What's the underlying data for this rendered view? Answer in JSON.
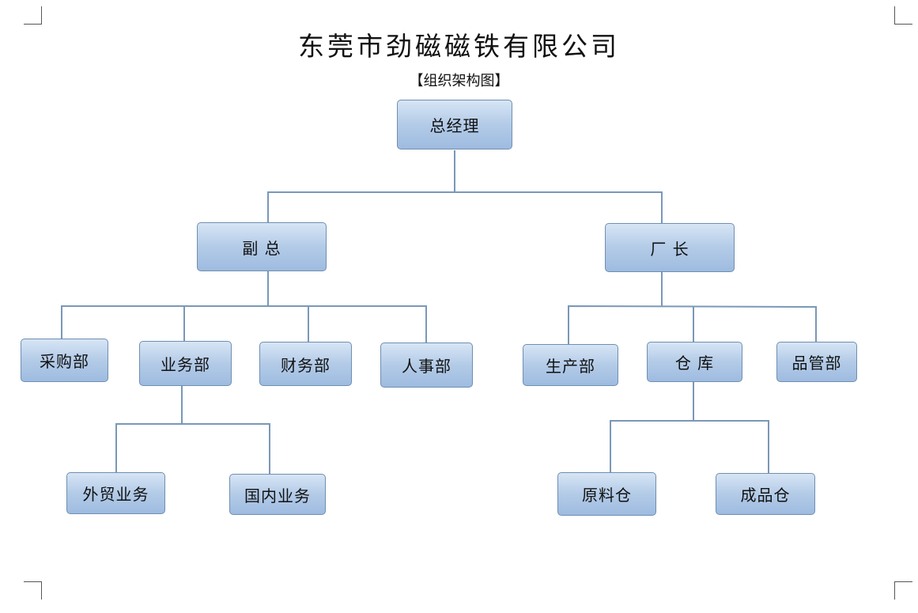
{
  "document": {
    "title": "东莞市劲磁磁铁有限公司",
    "subtitle": "【组织架构图】"
  },
  "org_chart": {
    "ceo": "总经理",
    "vice": "副 总",
    "factory": "厂 长",
    "purchase": "采购部",
    "sales": "业务部",
    "finance": "财务部",
    "hr": "人事部",
    "production": "生产部",
    "warehouse": "仓 库",
    "quality": "品管部",
    "foreign_trade": "外贸业务",
    "domestic": "国内业务",
    "raw_material": "原料仓",
    "finished_goods": "成品仓"
  },
  "colors": {
    "node_fill": "#b3cbe7",
    "node_border": "#6f8fb0",
    "connector": "#7a98b8"
  }
}
